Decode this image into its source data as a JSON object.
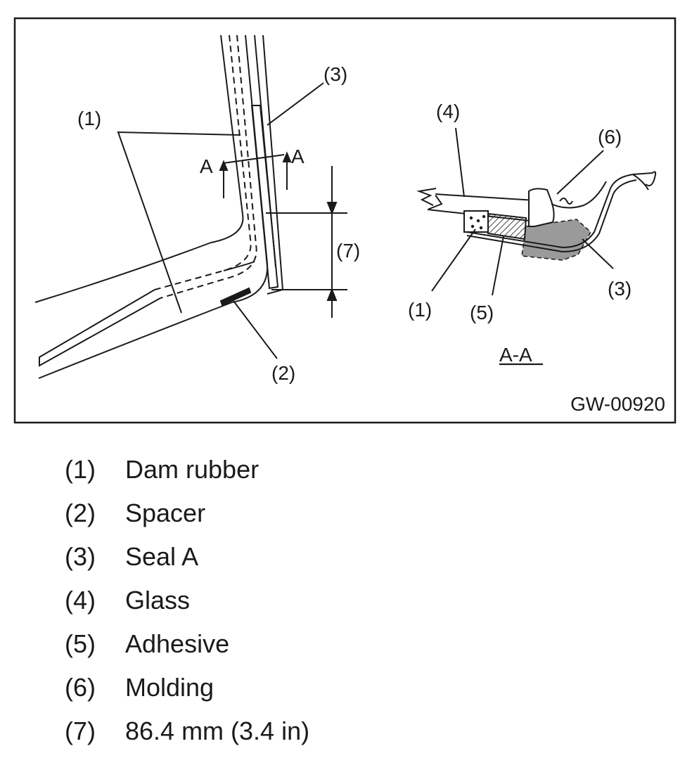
{
  "figure": {
    "code": "GW-00920",
    "section_mark": "A",
    "section_label": "A-A"
  },
  "callouts": {
    "c1": "(1)",
    "c2": "(2)",
    "c3": "(3)",
    "c4": "(4)",
    "c5": "(5)",
    "c6": "(6)",
    "c7": "(7)"
  },
  "legend": [
    {
      "num": "(1)",
      "text": "Dam rubber"
    },
    {
      "num": "(2)",
      "text": "Spacer"
    },
    {
      "num": "(3)",
      "text": "Seal A"
    },
    {
      "num": "(4)",
      "text": "Glass"
    },
    {
      "num": "(5)",
      "text": "Adhesive"
    },
    {
      "num": "(6)",
      "text": "Molding"
    },
    {
      "num": "(7)",
      "text": "86.4 mm (3.4 in)"
    }
  ],
  "colors": {
    "line": "#1a1a1a",
    "seal_fill": "#9a9a9a",
    "background": "#ffffff"
  }
}
